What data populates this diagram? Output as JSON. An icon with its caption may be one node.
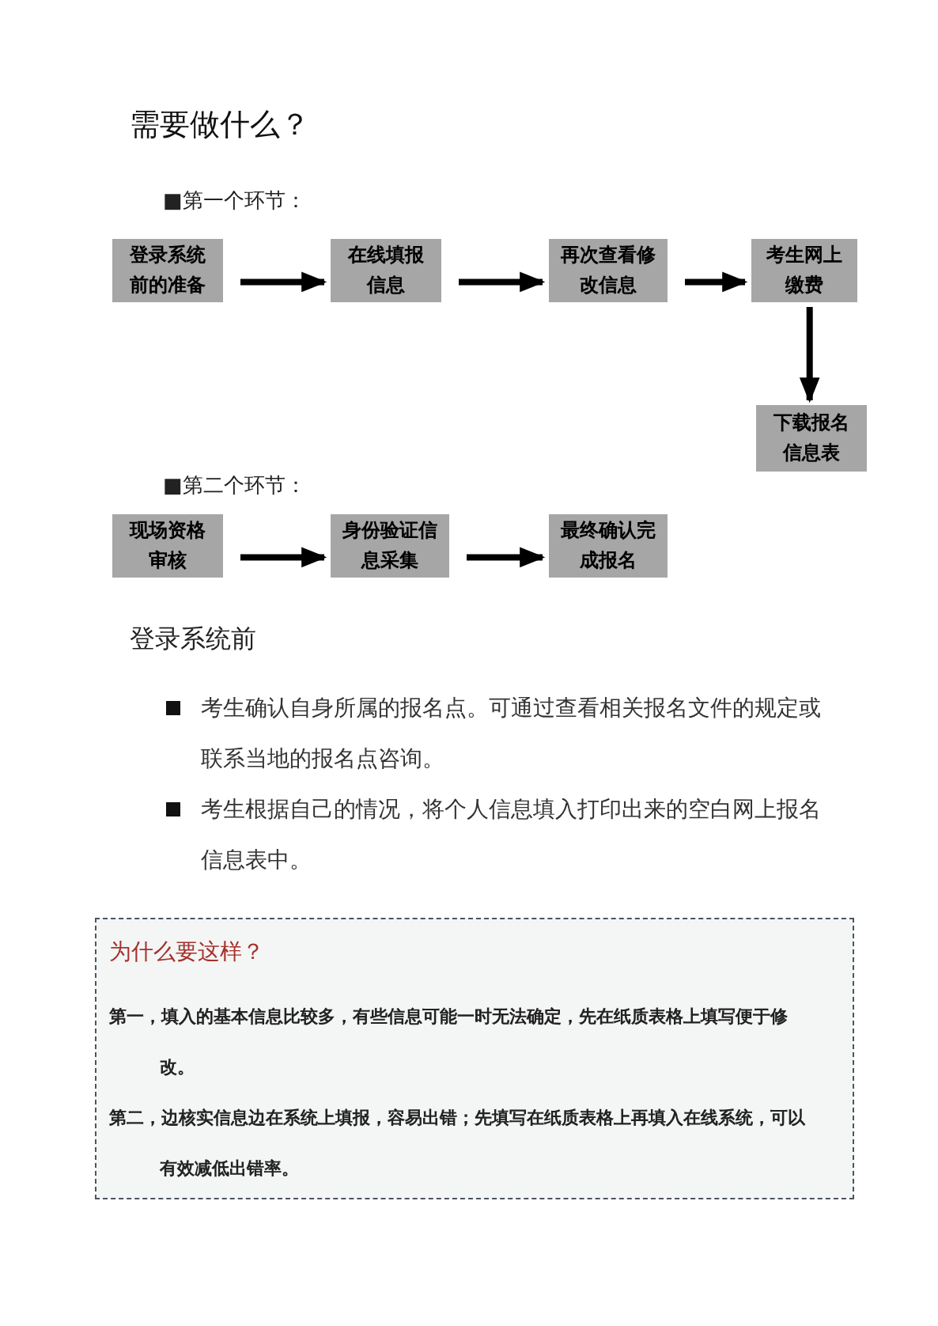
{
  "diagram": {
    "title": "需要做什么？",
    "nodes": [
      {
        "text": [
          "登录系统前的准备"
        ]
      },
      {
        "text": [
          "在线填报信息"
        ]
      },
      {
        "text": [
          "再次查看修改信息"
        ]
      },
      {
        "text": [
          "考生网上缴费"
        ]
      },
      {
        "text": [
          "下载报名信息表"
        ]
      },
      {
        "text": [
          "现场资格审核"
        ]
      },
      {
        "text": [
          "身份验证信息采集"
        ]
      },
      {
        "text": [
          "最终确认完成报名"
        ]
      },
      {
        "text": [
          "为什么要这样？",
          "第一，填入的基本信息比较多，有些信息可能一时无法确定，先在纸质表格上填写便于修改。",
          "第二，边核实信息边在系统上填报，容易出错；先填写在纸质表格上再填入在线系统，可以有效减低出错率。"
        ]
      }
    ],
    "edges": [
      {
        "from": 0,
        "to": 1,
        "arrow": "to"
      },
      {
        "from": 1,
        "to": 2,
        "arrow": "to"
      },
      {
        "from": 2,
        "to": 3,
        "arrow": "to"
      },
      {
        "from": 3,
        "to": 4,
        "arrow": "to"
      },
      {
        "from": 5,
        "to": 6,
        "arrow": "to"
      },
      {
        "from": 6,
        "to": 7,
        "arrow": "to"
      }
    ],
    "labels": [
      "■第一个环节：",
      "■第二个环节：",
      "登录系统前",
      "考生确认自身所属的报名点。可通过查看相关报名文件的规定或联系当地的报名点咨询。",
      "考生根据自己的情况，将个人信息填入打印出来的空白网上报名信息表中。"
    ]
  }
}
